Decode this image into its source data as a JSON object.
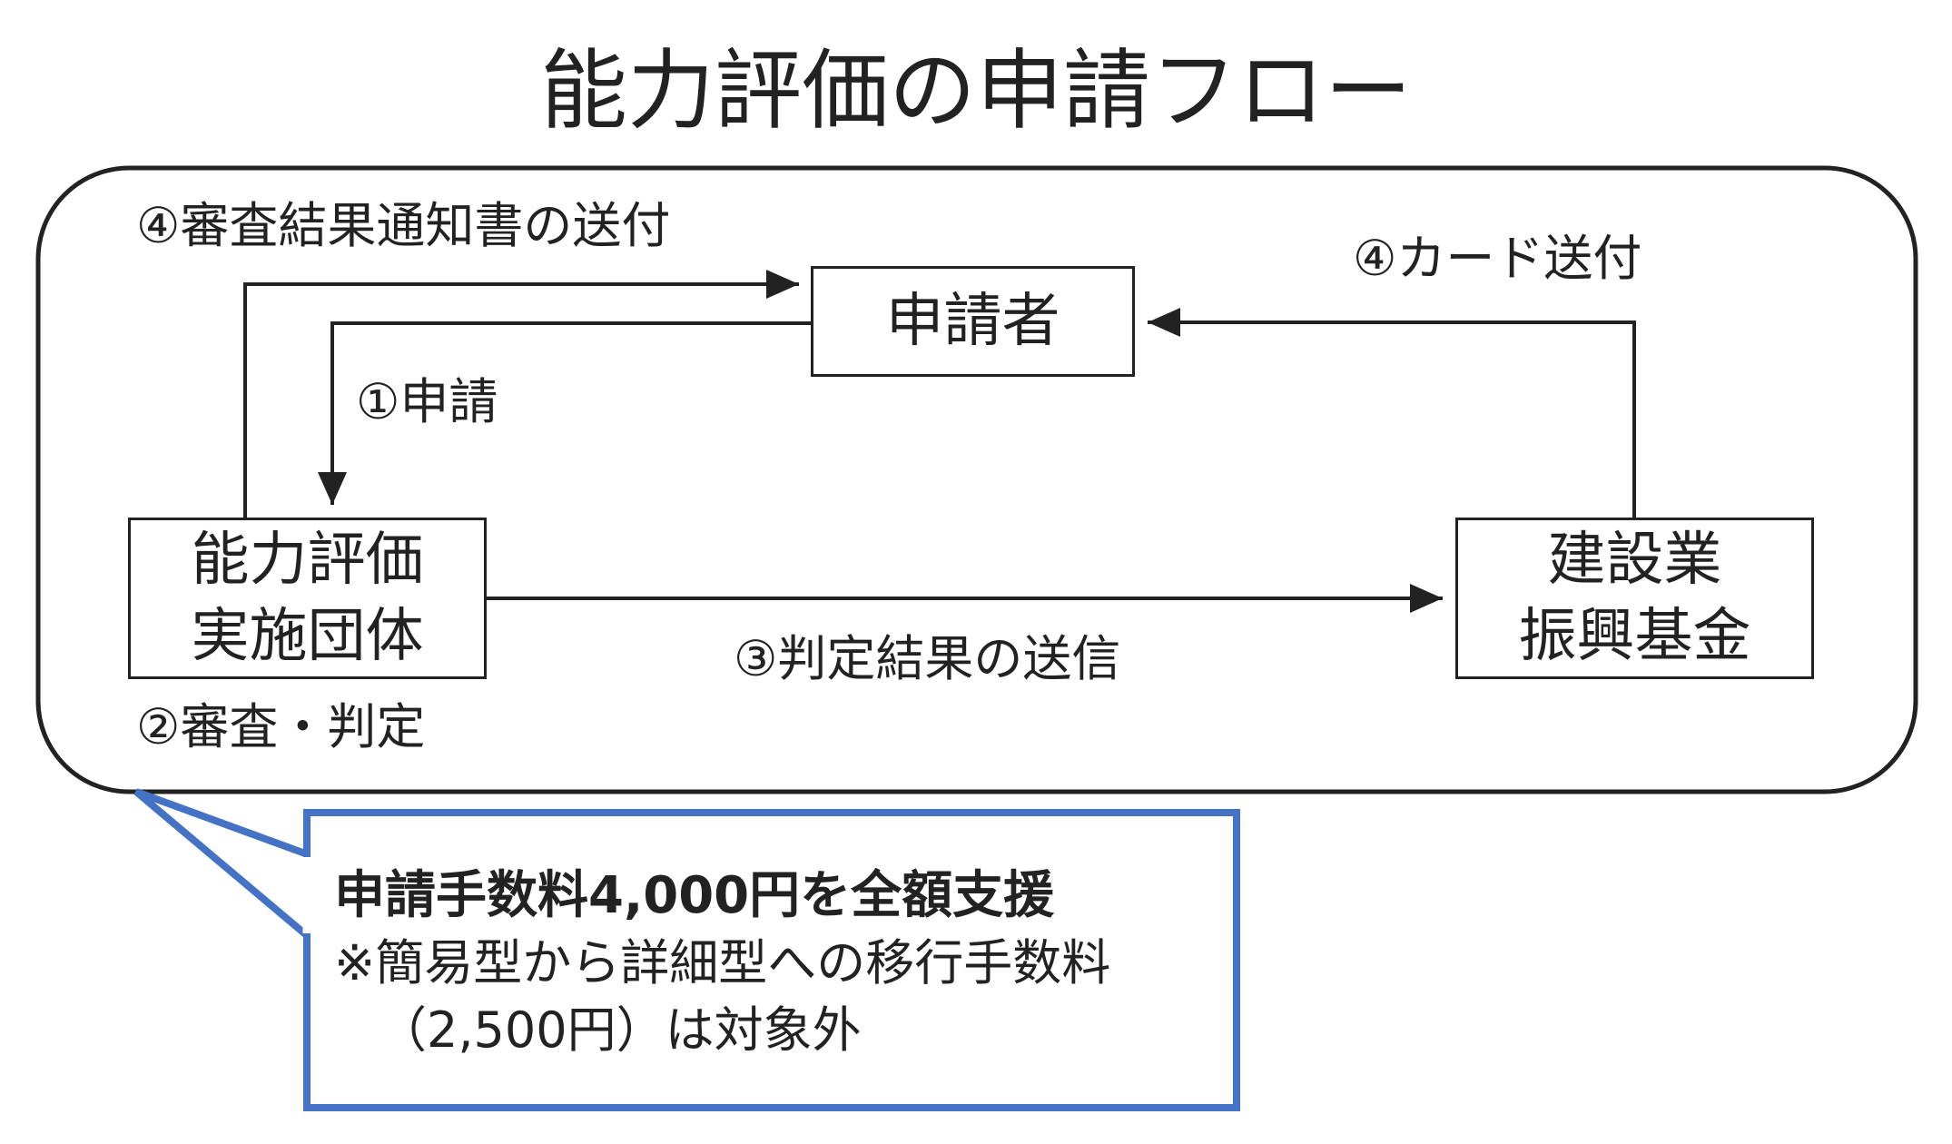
{
  "title": "能力評価の申請フロー",
  "nodes": {
    "applicant": {
      "label": "申請者"
    },
    "org": {
      "line1": "能力評価",
      "line2": "実施団体"
    },
    "fund": {
      "line1": "建設業",
      "line2": "振興基金"
    }
  },
  "edges": {
    "apply": "①申請",
    "review": "②審査・判定",
    "result": "③判定結果の送信",
    "notice": "④審査結果通知書の送付",
    "card": "④カード送付"
  },
  "callout": {
    "headline": "申請手数料4,000円を全額支援",
    "note_line1": "※簡易型から詳細型への移行手数料",
    "note_line2": "（2,500円）は対象外"
  },
  "colors": {
    "callout_border": "#4472C4",
    "line": "#222222"
  }
}
